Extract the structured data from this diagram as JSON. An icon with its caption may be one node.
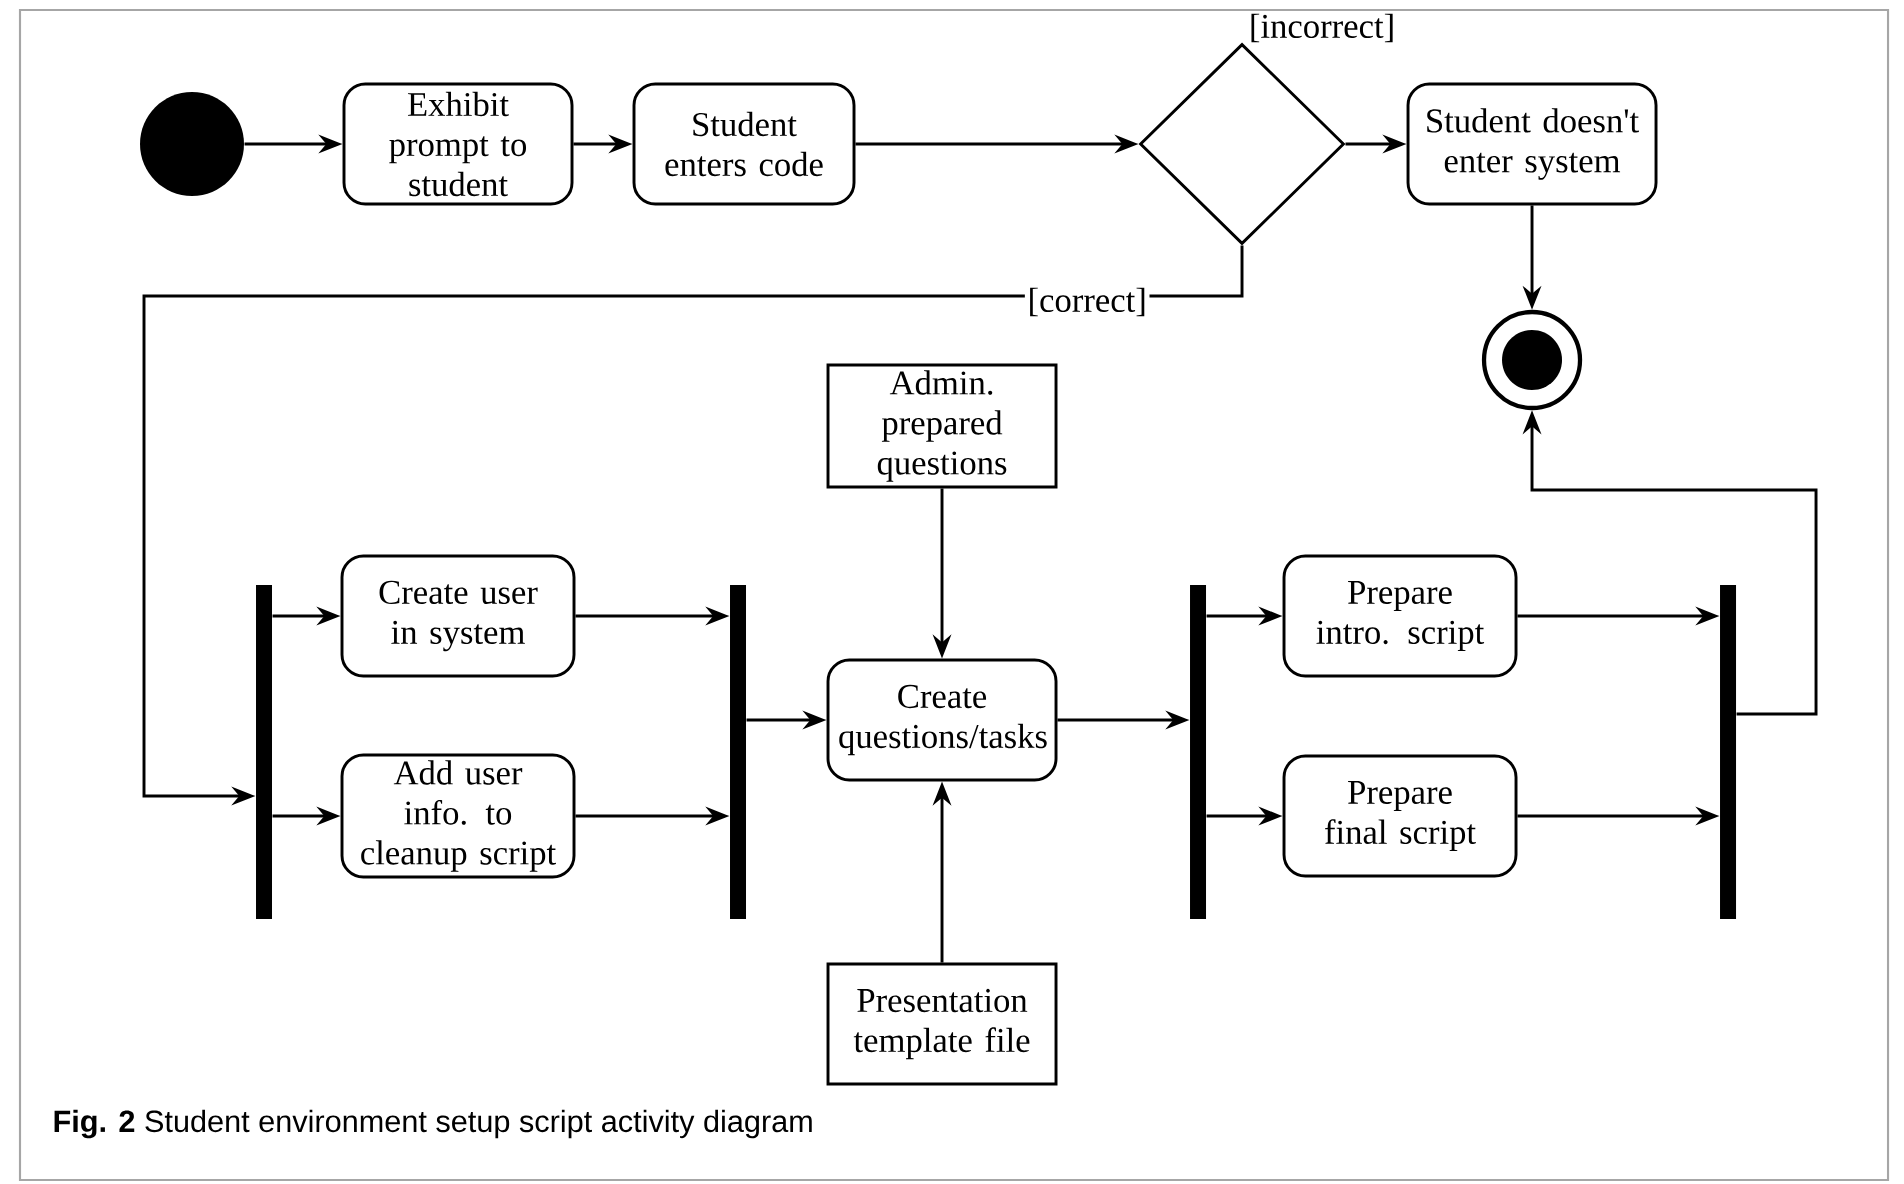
{
  "diagram": {
    "caption": "**Fig. 2** Student environment setup script activity diagram",
    "nodes": [
      {
        "text": [],
        "shape": "circle"
      },
      {
        "text": [
          "Exhibit prompt to student"
        ]
      },
      {
        "text": [
          "Student enters code"
        ]
      },
      {
        "text": [],
        "shape": "diamond"
      },
      {
        "text": [
          "Student doesn't enter system"
        ]
      },
      {
        "text": [],
        "shape": "circle"
      },
      {
        "text": [],
        "shape": "bar"
      },
      {
        "text": [
          "Create user in system"
        ]
      },
      {
        "text": [
          "Add user info. to cleanup script"
        ]
      },
      {
        "text": [],
        "shape": "bar"
      },
      {
        "text": [
          "Admin. prepared questions"
        ]
      },
      {
        "text": [
          "Create questions/tasks"
        ]
      },
      {
        "text": [
          "Presentation template file"
        ]
      },
      {
        "text": [],
        "shape": "bar"
      },
      {
        "text": [
          "Prepare intro. script"
        ]
      },
      {
        "text": [
          "Prepare final script"
        ]
      },
      {
        "text": [],
        "shape": "bar"
      }
    ],
    "edges": [
      {
        "from": 0,
        "to": 1,
        "arrow": "to"
      },
      {
        "from": 1,
        "to": 2,
        "arrow": "to"
      },
      {
        "from": 2,
        "to": 3,
        "arrow": "to"
      },
      {
        "from": 3,
        "to": 4,
        "arrow": "to",
        "label": "[incorrect]"
      },
      {
        "from": 4,
        "to": 5,
        "arrow": "to"
      },
      {
        "from": 3,
        "to": 6,
        "arrow": "to",
        "label": "[correct]"
      },
      {
        "from": 6,
        "to": 7,
        "arrow": "to"
      },
      {
        "from": 6,
        "to": 8,
        "arrow": "to"
      },
      {
        "from": 7,
        "to": 9,
        "arrow": "to"
      },
      {
        "from": 8,
        "to": 9,
        "arrow": "to"
      },
      {
        "from": 9,
        "to": 11,
        "arrow": "to"
      },
      {
        "from": 10,
        "to": 11,
        "arrow": "to"
      },
      {
        "from": 12,
        "to": 11,
        "arrow": "to"
      },
      {
        "from": 11,
        "to": 13,
        "arrow": "to"
      },
      {
        "from": 13,
        "to": 14,
        "arrow": "to"
      },
      {
        "from": 13,
        "to": 15,
        "arrow": "to"
      },
      {
        "from": 14,
        "to": 16,
        "arrow": "to"
      },
      {
        "from": 15,
        "to": 16,
        "arrow": "to"
      },
      {
        "from": 16,
        "to": 5,
        "arrow": "to"
      }
    ]
  }
}
